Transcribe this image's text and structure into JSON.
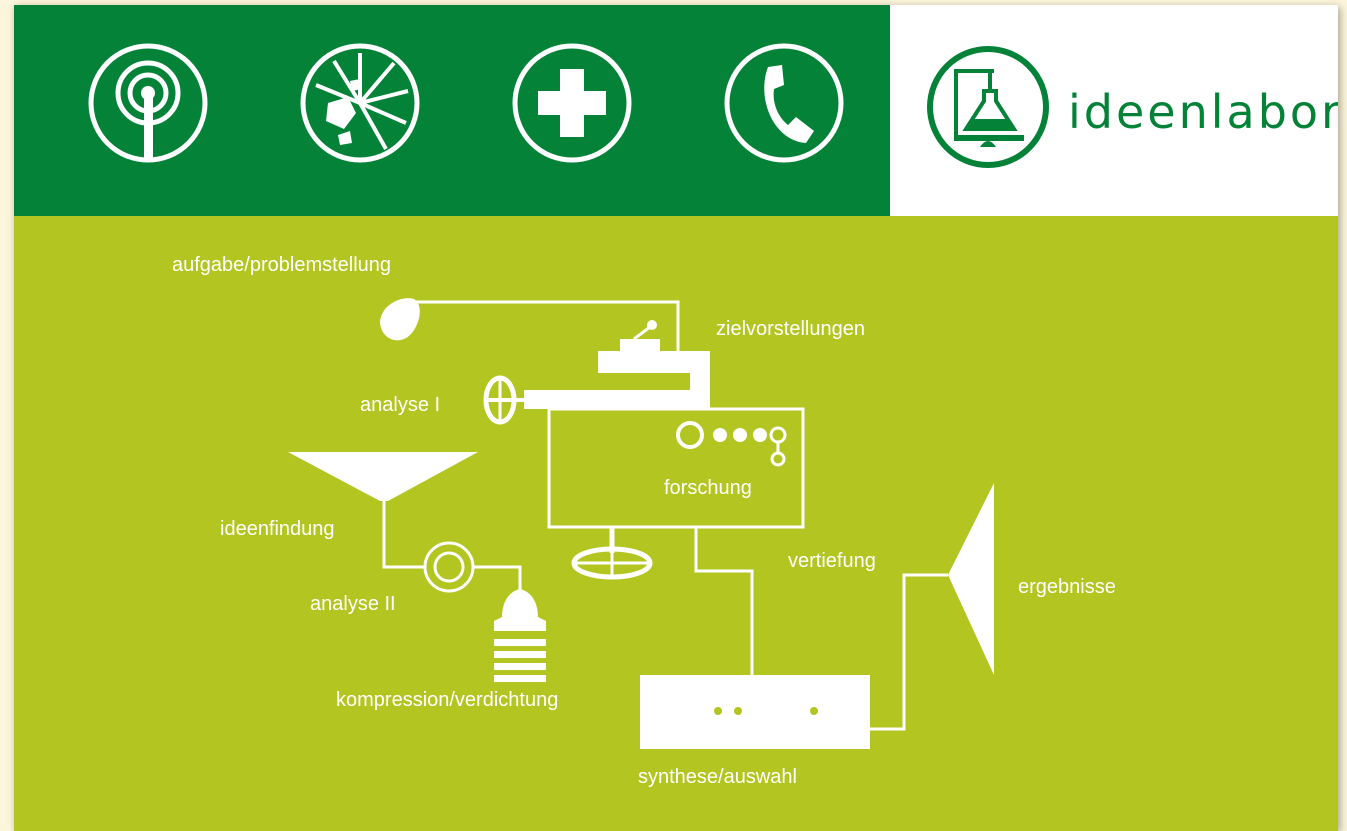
{
  "header": {
    "brand": "ideenlabor",
    "icons": [
      "antenna-icon",
      "explosion-icon",
      "first-aid-cross-icon",
      "telephone-icon",
      "chemistry-lab-icon"
    ]
  },
  "colors": {
    "header_green": "#048238",
    "diagram_background": "#b2c520",
    "brand_background": "#ffffff",
    "lines": "#ffffff"
  },
  "diagram": {
    "labels": {
      "aufgabe": "aufgabe/problemstellung",
      "ziel": "zielvorstellungen",
      "analyse1": "analyse I",
      "forschung": "forschung",
      "ideenfindung": "ideenfindung",
      "analyse2": "analyse II",
      "kompression": "kompression/verdichtung",
      "vertiefung": "vertiefung",
      "ergebnisse": "ergebnisse",
      "synthese": "synthese/auswahl"
    }
  }
}
